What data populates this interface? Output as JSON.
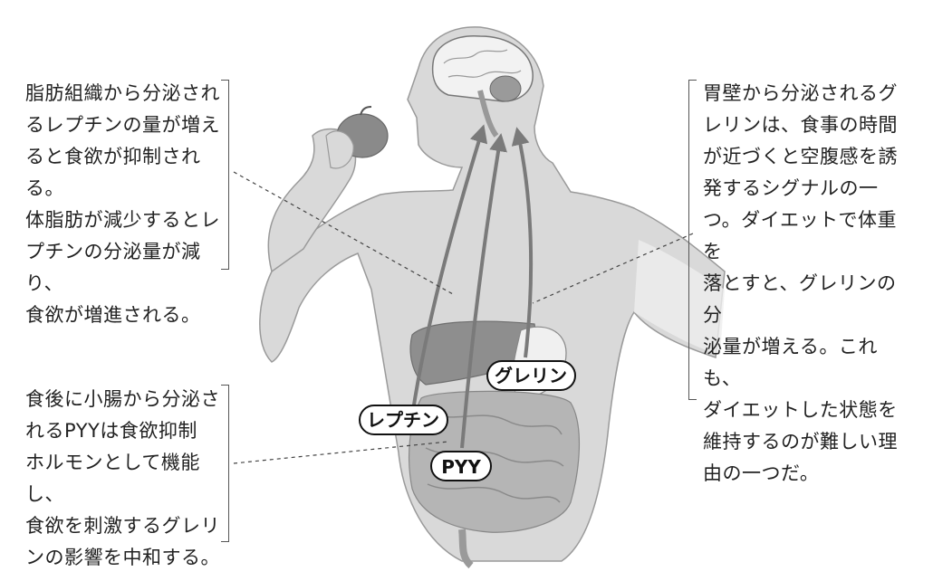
{
  "captions": {
    "leptin": "脂肪組織から分泌され\nるレプチンの量が増え\nると食欲が抑制される。\n体脂肪が減少するとレ\nプチンの分泌量が減り、\n食欲が増進される。",
    "pyy": "食後に小腸から分泌さ\nれるPYYは食欲抑制\nホルモンとして機能し、\n食欲を刺激するグレリ\nンの影響を中和する。",
    "ghrelin": "胃壁から分泌されるグ\nレリンは、食事の時間\nが近づくと空腹感を誘\n発するシグナルの一\nつ。ダイエットで体重を\n落とすと、グレリンの分\n泌量が増える。これも、\nダイエットした状態を\n維持するのが難しい理\n由の一つだ。"
  },
  "labels": {
    "ghrelin": "グレリン",
    "leptin": "レプチン",
    "pyy": "PYY"
  },
  "colors": {
    "body": "#d9d9d9",
    "body_outline": "#9a9a9a",
    "liver": "#8e8e8e",
    "stomach": "#f0f0f0",
    "intestine": "#b5b5b5",
    "arrow": "#7a7a7a"
  },
  "icons": [
    "brain-icon",
    "apple-icon"
  ]
}
